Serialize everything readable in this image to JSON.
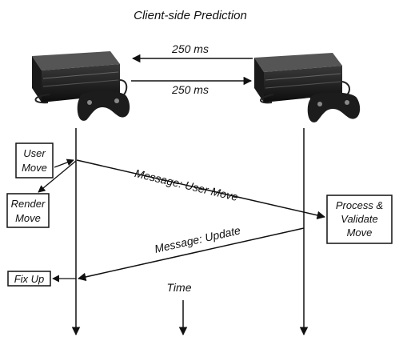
{
  "title": "Client-side Prediction",
  "latency": {
    "left_arrow_label": "250 ms",
    "right_arrow_label": "250 ms"
  },
  "boxes": {
    "user_move": [
      "User",
      "Move"
    ],
    "render_move": [
      "Render",
      "Move"
    ],
    "process_validate": [
      "Process &",
      "Validate",
      "Move"
    ],
    "fix_up": [
      "Fix Up"
    ]
  },
  "messages": {
    "user_move": "Message: User Move",
    "update": "Message: Update"
  },
  "time_label": "Time",
  "icons": {
    "console": "game-console-icon",
    "controller": "gamepad-icon"
  }
}
